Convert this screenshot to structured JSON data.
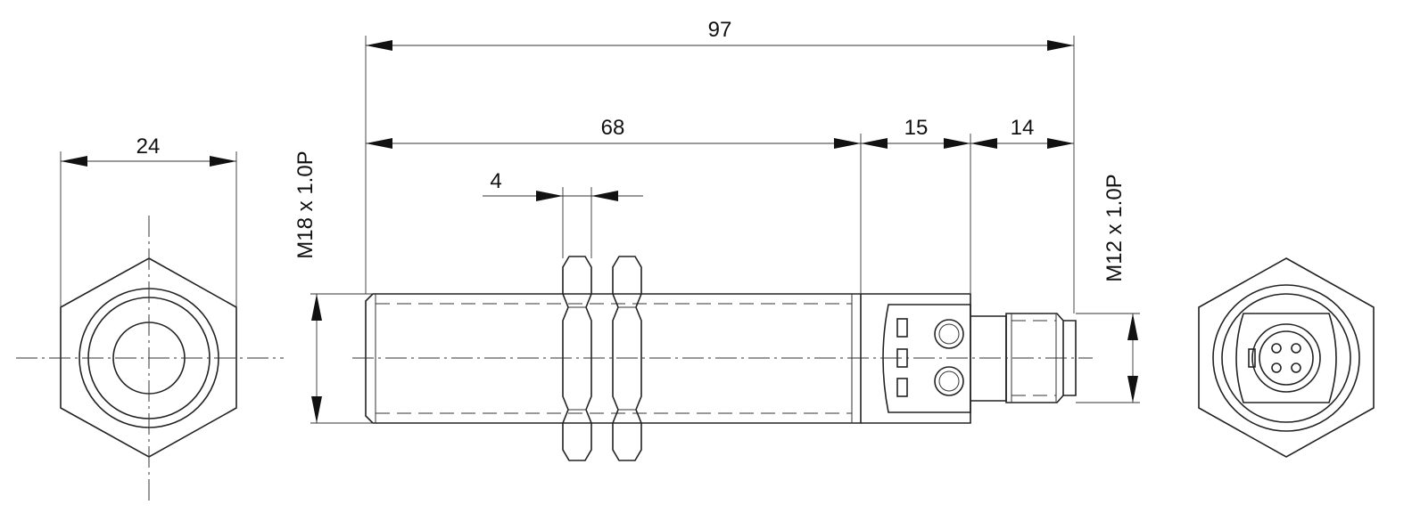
{
  "dimensions": {
    "overall_length": "97",
    "body_length": "68",
    "nut_width": "4",
    "housing_length": "15",
    "connector_length": "14",
    "hex_across_flats": "24"
  },
  "threads": {
    "body_thread": "M18 x 1.0P",
    "connector_thread": "M12 x 1.0P"
  }
}
